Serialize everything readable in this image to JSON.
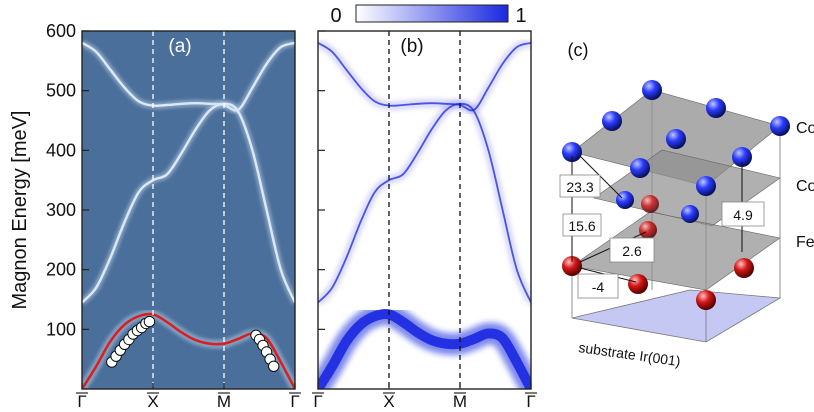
{
  "figure": {
    "panels": [
      {
        "id": "a",
        "label": "(a)"
      },
      {
        "id": "b",
        "label": "(b)"
      },
      {
        "id": "c",
        "label": "(c)"
      }
    ],
    "colorbar": {
      "min_label": "0",
      "max_label": "1",
      "color_low": "#ffffff",
      "color_high": "#1a28e0"
    }
  },
  "chart_data": [
    {
      "panel": "a",
      "type": "line",
      "ylabel": "Magnon Energy [meV]",
      "xlabel": "",
      "x_ticks": [
        "Γ",
        "X",
        "M",
        "Γ"
      ],
      "x_tick_positions": [
        0,
        1,
        2,
        3
      ],
      "x_path_note": "Γ–X, X–M, M–Γ",
      "y_ticks": [
        100,
        200,
        300,
        400,
        500,
        600
      ],
      "ylim": [
        0,
        600
      ],
      "background": "#4a6f9b",
      "series": [
        {
          "color": "#dce8f5",
          "x": [
            0,
            0.2,
            0.4,
            0.6,
            0.8,
            1,
            1.2,
            1.4,
            1.6,
            1.8,
            2,
            2.2,
            2.4,
            2.6,
            2.8,
            3
          ],
          "y": [
            580,
            565,
            535,
            505,
            482,
            475,
            476,
            478,
            479,
            478,
            476,
            468,
            505,
            545,
            573,
            580
          ]
        },
        {
          "color": "#dce8f5",
          "x": [
            0,
            0.2,
            0.4,
            0.6,
            0.8,
            1,
            1.2,
            1.4,
            1.6,
            1.8,
            2,
            2.2,
            2.4,
            2.6,
            2.8,
            3
          ],
          "y": [
            145,
            170,
            220,
            280,
            330,
            350,
            360,
            395,
            435,
            467,
            478,
            465,
            400,
            300,
            200,
            145
          ]
        },
        {
          "color": "#d92020",
          "x": [
            0,
            0.2,
            0.4,
            0.6,
            0.8,
            1,
            1.2,
            1.4,
            1.6,
            1.8,
            2,
            2.2,
            2.4,
            2.6,
            2.8,
            3
          ],
          "y": [
            0,
            38,
            80,
            108,
            122,
            125,
            112,
            95,
            82,
            76,
            76,
            84,
            93,
            85,
            45,
            0
          ]
        }
      ],
      "experimental_points": {
        "x": [
          0.42,
          0.48,
          0.54,
          0.6,
          0.66,
          0.72,
          0.78,
          0.84,
          0.9,
          0.95,
          2.45,
          2.5,
          2.55,
          2.6,
          2.65,
          2.7
        ],
        "y": [
          45,
          55,
          65,
          75,
          83,
          92,
          98,
          103,
          110,
          113,
          90,
          83,
          73,
          62,
          50,
          38
        ]
      }
    },
    {
      "panel": "b",
      "type": "heatmap",
      "x_ticks": [
        "Γ",
        "X",
        "M",
        "Γ"
      ],
      "ylim": [
        0,
        600
      ],
      "colorbar_range": [
        0,
        1
      ]
    }
  ],
  "structure": {
    "layer_labels": [
      "Co",
      "Co",
      "Fe"
    ],
    "substrate_label": "substrate Ir(001)",
    "exchange_labels": [
      "23.3",
      "15.6",
      "2.6",
      "4.9",
      "-4"
    ],
    "colors": {
      "co_atom": "#1630ff",
      "fe_atom": "#cc1111",
      "layer_plane": "#9b9b9b",
      "substrate": "#c6c8f4"
    }
  }
}
